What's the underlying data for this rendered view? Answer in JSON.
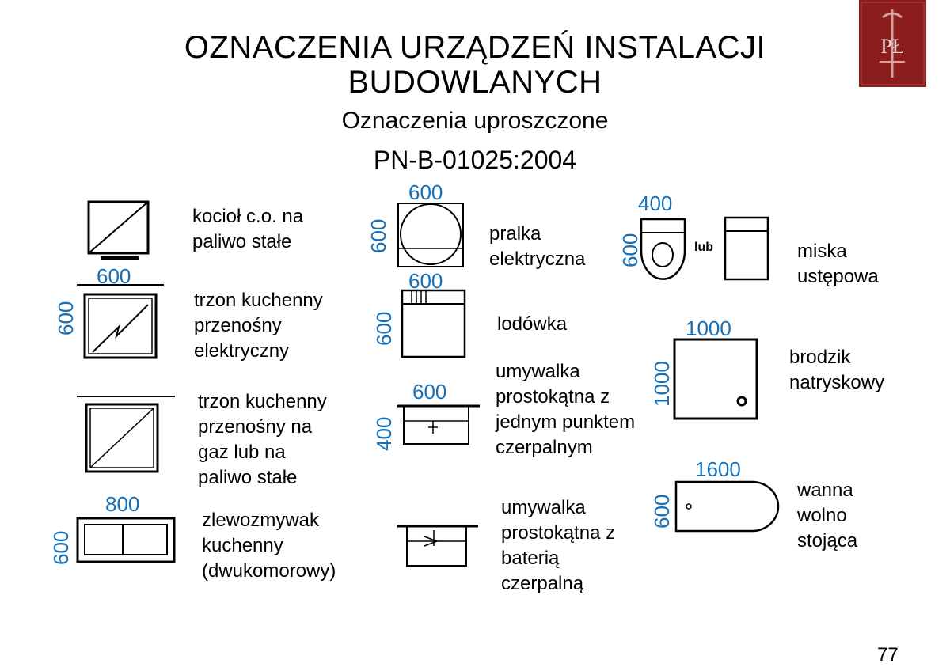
{
  "slide": {
    "title_line1": "OZNACZENIA URZĄDZEŃ INSTALACJI",
    "title_line2": "BUDOWLANYCH",
    "subtitle": "Oznaczenia uproszczone",
    "standard": "PN-B-01025:2004",
    "page_number": "77"
  },
  "logo": {
    "text": "PŁ",
    "icon": "university-crest-icon",
    "color": "#8b1d1d"
  },
  "colors": {
    "dimension": "#1670b8"
  },
  "items": {
    "boiler": {
      "label": "kocioł c.o. na\npaliwo stałe"
    },
    "electric_stove": {
      "label": "trzon kuchenny\nprzenośny\nelektryczny",
      "width": "600",
      "depth": "600"
    },
    "gas_stove": {
      "label": "trzon kuchenny\nprzenośny na\ngaz lub na\npaliwo stałe"
    },
    "sink": {
      "label": "zlewozmywak\nkuchenny\n(dwukomorowy)",
      "width": "800",
      "depth": "600"
    },
    "washer": {
      "label": "pralka\nelektryczna",
      "width": "600",
      "depth": "600"
    },
    "fridge": {
      "label": "lodówka",
      "width": "600",
      "depth": "600"
    },
    "basin_point": {
      "label": "umywalka\nprostokątna z\njednym punktem\nczerpalnym",
      "width": "600",
      "depth": "400"
    },
    "basin_mixer": {
      "label": "umywalka\nprostokątna z\nbaterią\nczerpalną"
    },
    "toilet": {
      "label": "miska\nustępowa",
      "width": "400",
      "depth": "600",
      "or_text": "lub"
    },
    "shower": {
      "label": "brodzik\nnatryskowy",
      "width": "1000",
      "depth": "1000"
    },
    "bath": {
      "label": "wanna\nwolno\nstojąca",
      "width": "1600",
      "depth": "600"
    }
  }
}
